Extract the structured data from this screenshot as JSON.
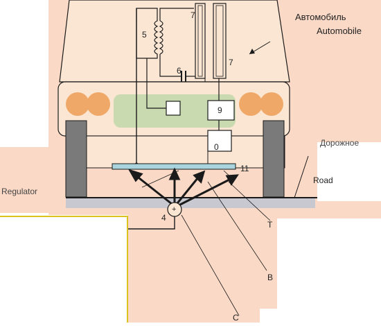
{
  "labels": {
    "automobile_ru": "Автомобиль",
    "automobile_en": "Automobile",
    "part_5": "5",
    "part_6": "6",
    "part_7a": "7",
    "part_7b": "7",
    "part_9": "9",
    "part_0": "0",
    "part_11": "11",
    "part_4": "4",
    "plus_sign": "+",
    "left_cut": "Regulator",
    "right_top_cut": "Дорожное",
    "right_mid_cut": "Road",
    "right_t_cut": "Т",
    "right_b_cut": "В",
    "bottom_cut": "С"
  },
  "colors": {
    "background": "#fad9c6",
    "car_body": "#fbe6d3",
    "outline": "#1a1a1a",
    "headlight": "#f0a868",
    "green_panel": "#c9d9b0",
    "plate": "#a9d4dd",
    "wheel": "#7a7a7a",
    "road": "#c8c8d0",
    "yellow_box": "#d9c21a"
  }
}
